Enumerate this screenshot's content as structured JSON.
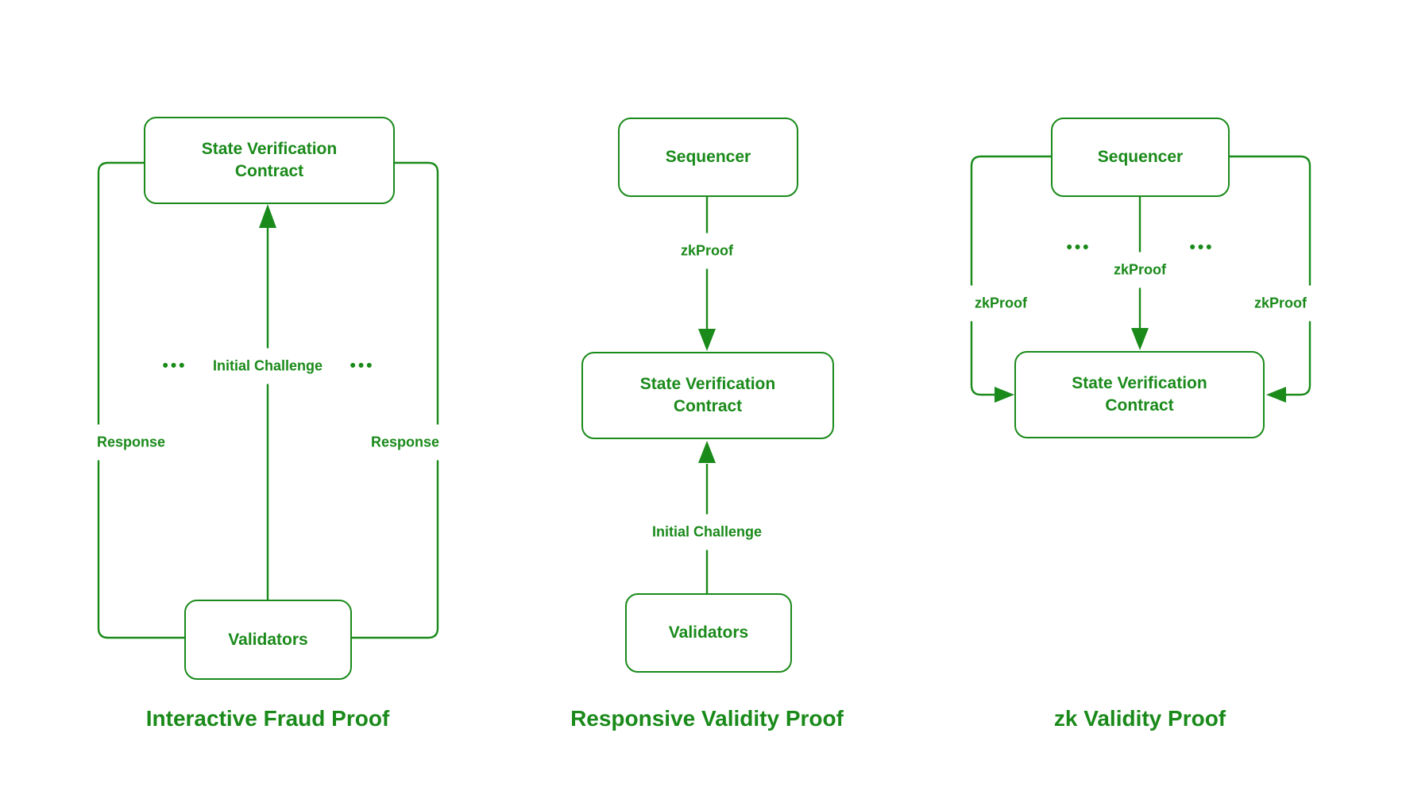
{
  "colors": {
    "accent_green": "#1a8a1a",
    "background": "#ffffff"
  },
  "ellipsis": "•••",
  "diagrams": {
    "interactive_fraud_proof": {
      "title": "Interactive Fraud Proof",
      "nodes": {
        "state_verification_contract": "State Verification Contract",
        "validators": "Validators"
      },
      "edge_labels": {
        "initial_challenge": "Initial Challenge",
        "response_left": "Response",
        "response_right": "Response"
      }
    },
    "responsive_validity_proof": {
      "title": "Responsive Validity Proof",
      "nodes": {
        "sequencer": "Sequencer",
        "state_verification_contract": "State Verification Contract",
        "validators": "Validators"
      },
      "edge_labels": {
        "zkproof": "zkProof",
        "initial_challenge": "Initial Challenge"
      }
    },
    "zk_validity_proof": {
      "title": "zk Validity Proof",
      "nodes": {
        "sequencer": "Sequencer",
        "state_verification_contract": "State Verification Contract"
      },
      "edge_labels": {
        "zkproof_left": "zkProof",
        "zkproof_center": "zkProof",
        "zkproof_right": "zkProof"
      }
    }
  }
}
